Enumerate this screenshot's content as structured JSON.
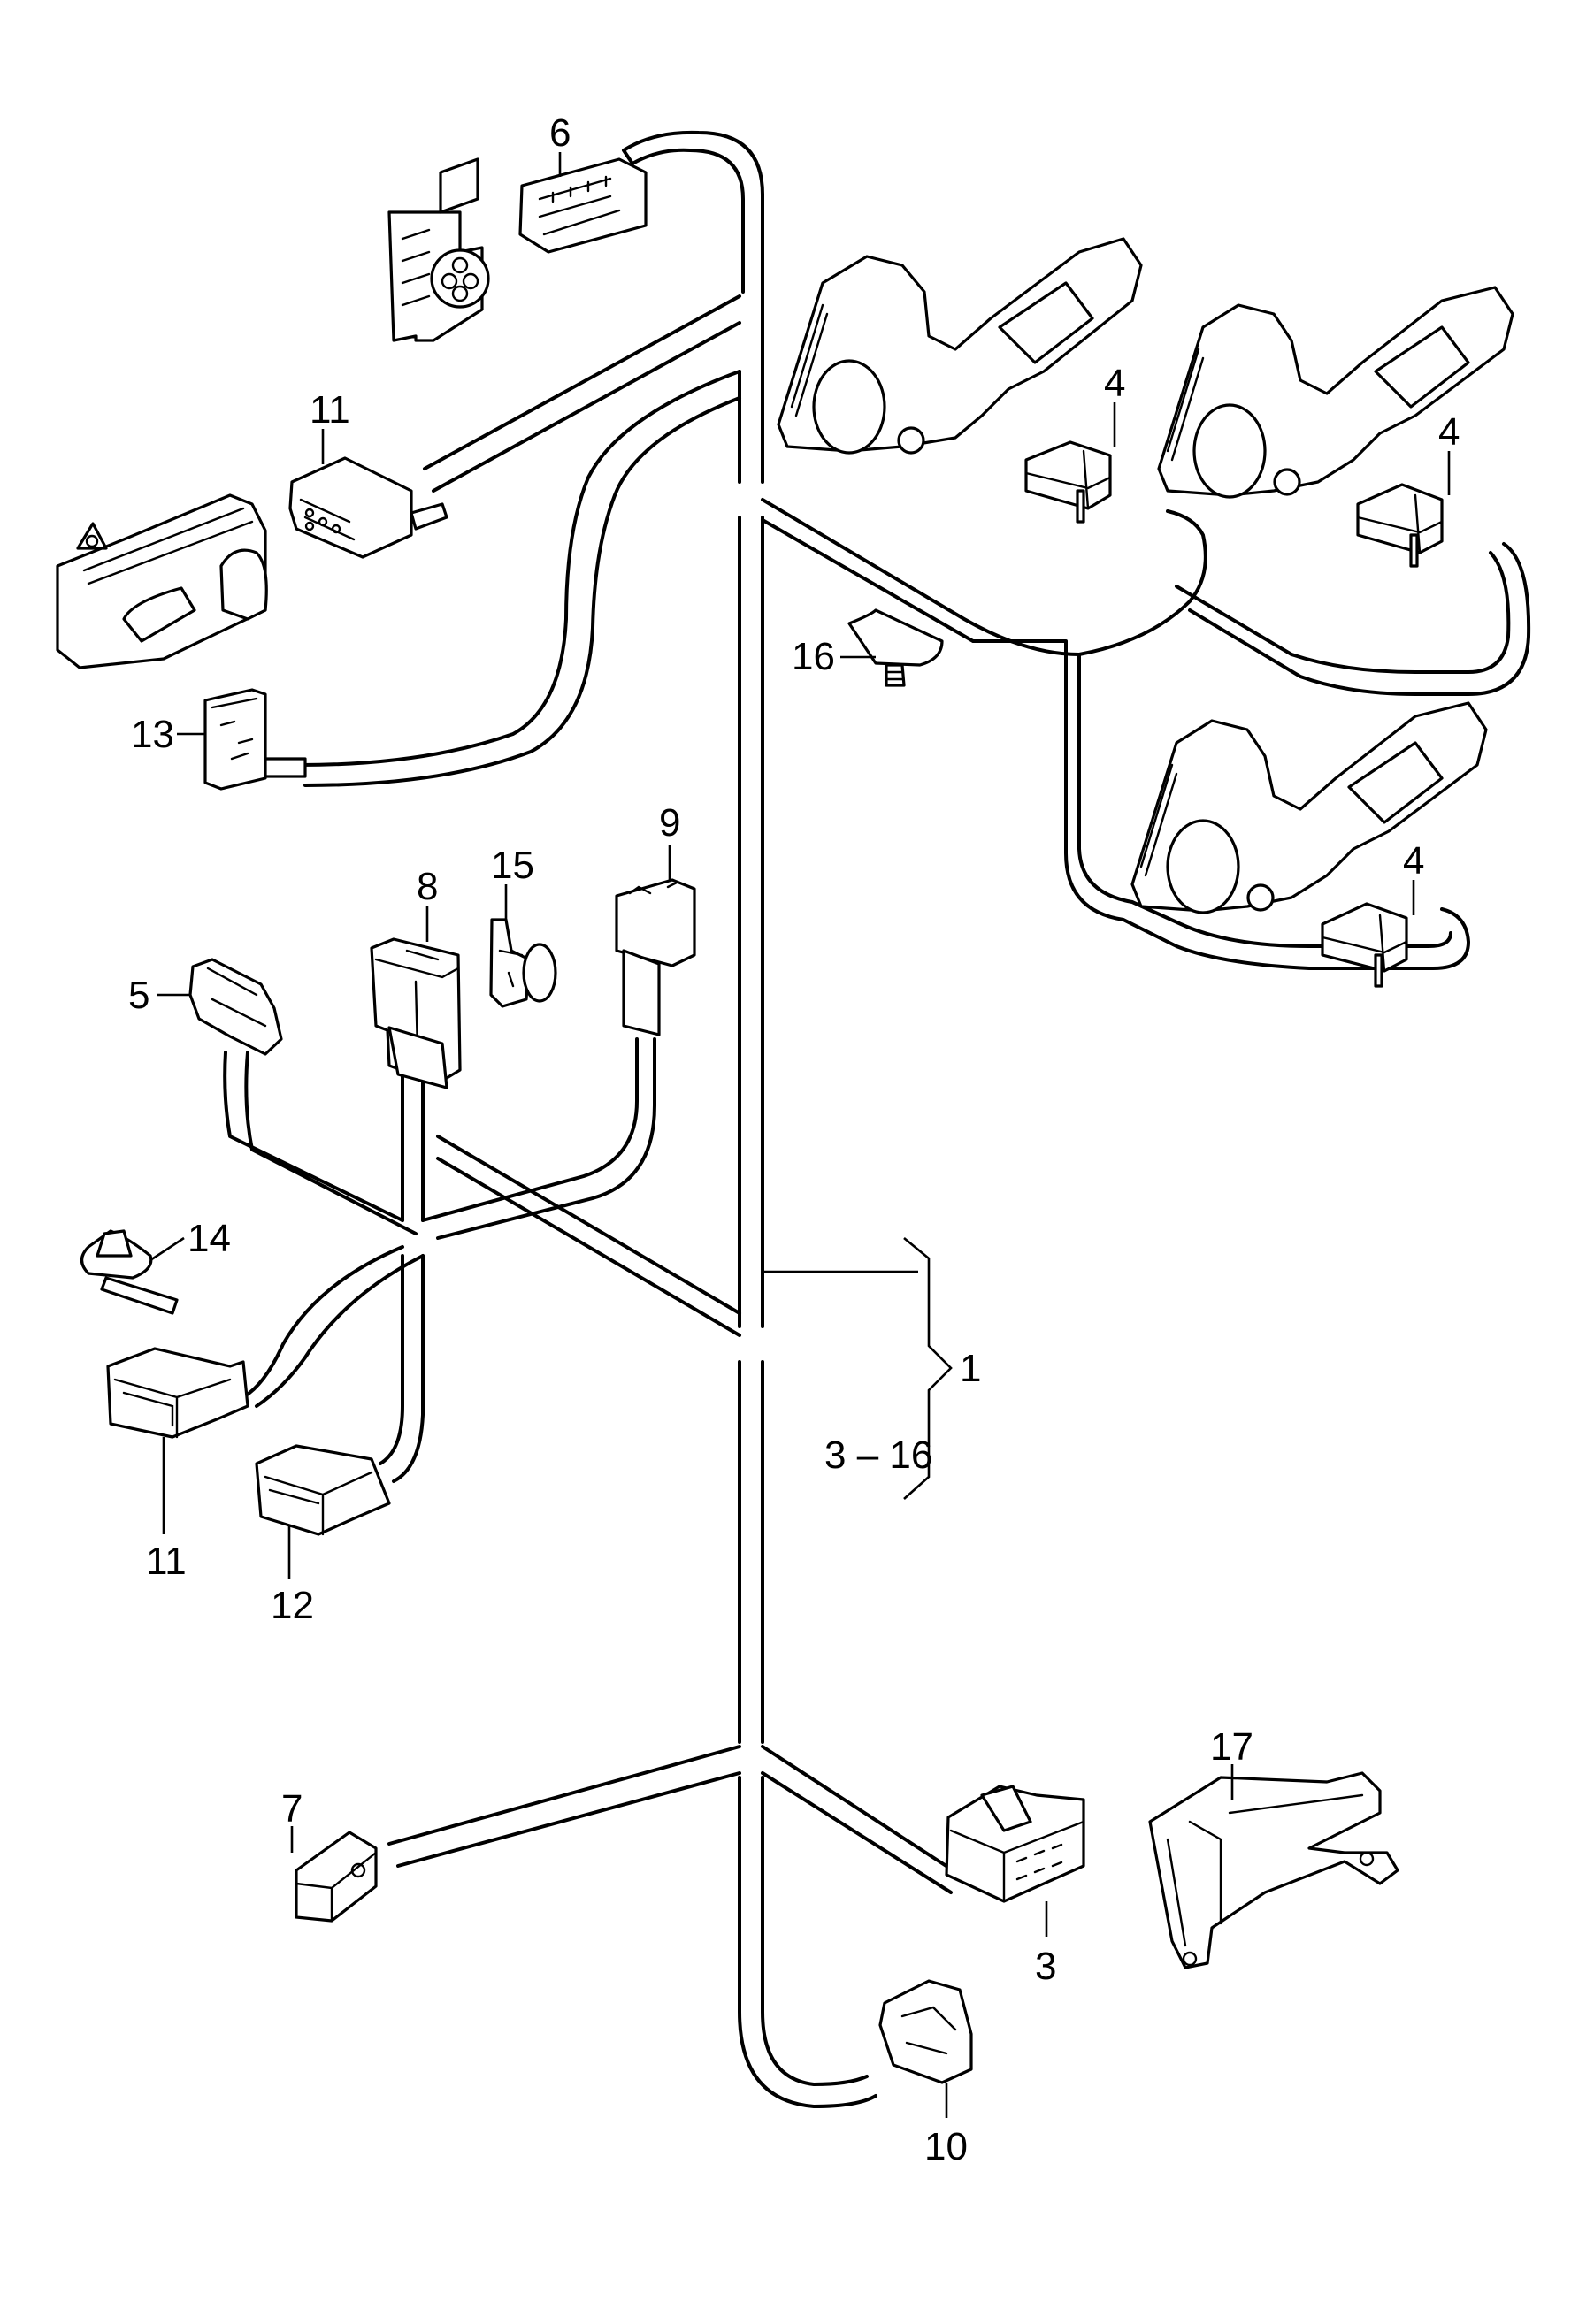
{
  "diagram": {
    "type": "exploded parts diagram",
    "subject": "seat wiring harness",
    "callouts": [
      {
        "id": "c1",
        "text": "1"
      },
      {
        "id": "c1range",
        "text": "3 – 16"
      },
      {
        "id": "c3",
        "text": "3"
      },
      {
        "id": "c4a",
        "text": "4"
      },
      {
        "id": "c4b",
        "text": "4"
      },
      {
        "id": "c4c",
        "text": "4"
      },
      {
        "id": "c5",
        "text": "5"
      },
      {
        "id": "c6",
        "text": "6"
      },
      {
        "id": "c7",
        "text": "7"
      },
      {
        "id": "c8",
        "text": "8"
      },
      {
        "id": "c9",
        "text": "9"
      },
      {
        "id": "c10",
        "text": "10"
      },
      {
        "id": "c11a",
        "text": "11"
      },
      {
        "id": "c11b",
        "text": "11"
      },
      {
        "id": "c12",
        "text": "12"
      },
      {
        "id": "c13",
        "text": "13"
      },
      {
        "id": "c14",
        "text": "14"
      },
      {
        "id": "c15",
        "text": "15"
      },
      {
        "id": "c16",
        "text": "16"
      },
      {
        "id": "c17",
        "text": "17"
      }
    ],
    "components": [
      {
        "name": "wiring-harness",
        "callout": "1",
        "includes": "3 – 16"
      },
      {
        "name": "connector-housing-multi-pin",
        "callout": "3"
      },
      {
        "name": "motor-connector",
        "callout": "4",
        "quantity_shown": 3
      },
      {
        "name": "connector-housing-5",
        "callout": "5"
      },
      {
        "name": "connector-housing-6",
        "callout": "6"
      },
      {
        "name": "connector-7",
        "callout": "7"
      },
      {
        "name": "connector-housing-8",
        "callout": "8"
      },
      {
        "name": "connector-9",
        "callout": "9"
      },
      {
        "name": "connector-10",
        "callout": "10"
      },
      {
        "name": "connector-housing-11",
        "callout": "11",
        "quantity_shown": 2
      },
      {
        "name": "connector-housing-12",
        "callout": "12"
      },
      {
        "name": "connector-13",
        "callout": "13"
      },
      {
        "name": "clip-14",
        "callout": "14"
      },
      {
        "name": "sensor-15",
        "callout": "15"
      },
      {
        "name": "clip-16",
        "callout": "16"
      },
      {
        "name": "bracket-17",
        "callout": "17"
      },
      {
        "name": "seat-adjustment-motor",
        "quantity_shown": 3
      },
      {
        "name": "seat-switch-module"
      },
      {
        "name": "switch-housing"
      }
    ]
  }
}
